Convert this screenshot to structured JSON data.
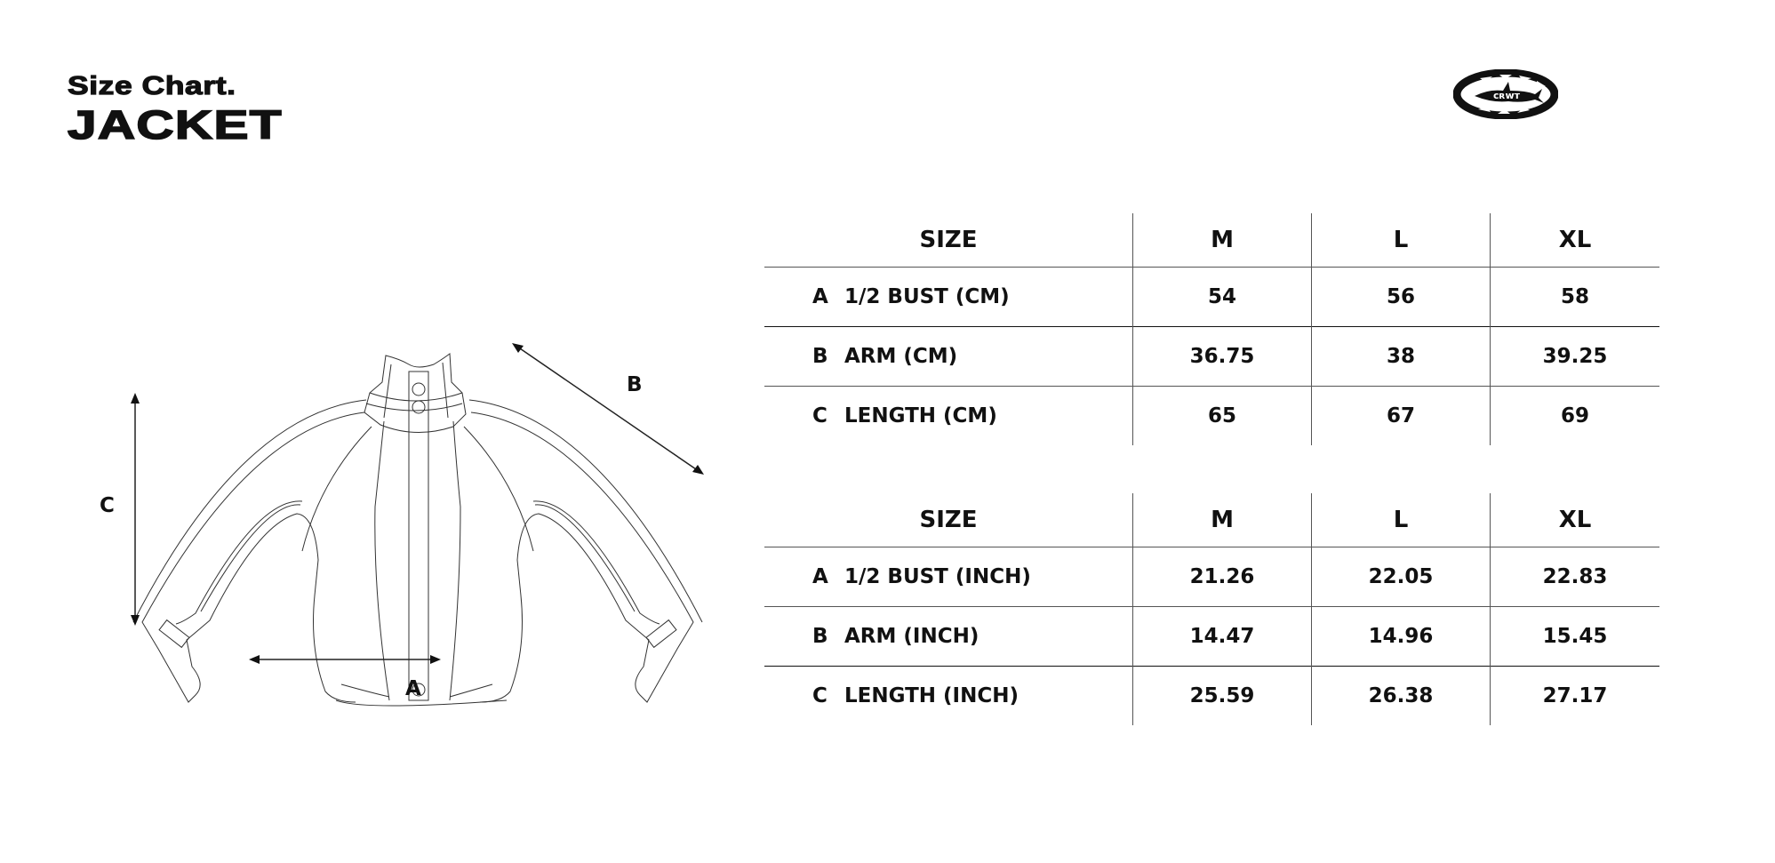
{
  "header": {
    "subtitle": "Size Chart.",
    "title": "JACKET"
  },
  "brand": {
    "logo_icon": "shark-tribal-oval-logo-icon"
  },
  "illustration": {
    "label_a": "A",
    "label_b": "B",
    "label_c": "C",
    "garment": "jacket-outline-icon"
  },
  "tables": [
    {
      "header": [
        "SIZE",
        "M",
        "L",
        "XL"
      ],
      "rows": [
        {
          "key": "A",
          "label": "1/2 BUST (CM)",
          "values": [
            "54",
            "56",
            "58"
          ]
        },
        {
          "key": "B",
          "label": "ARM (CM)",
          "values": [
            "36.75",
            "38",
            "39.25"
          ]
        },
        {
          "key": "C",
          "label": "LENGTH (CM)",
          "values": [
            "65",
            "67",
            "69"
          ]
        }
      ]
    },
    {
      "header": [
        "SIZE",
        "M",
        "L",
        "XL"
      ],
      "rows": [
        {
          "key": "A",
          "label": "1/2 BUST (INCH)",
          "values": [
            "21.26",
            "22.05",
            "22.83"
          ]
        },
        {
          "key": "B",
          "label": "ARM (INCH)",
          "values": [
            "14.47",
            "14.96",
            "15.45"
          ]
        },
        {
          "key": "C",
          "label": "LENGTH (INCH)",
          "values": [
            "25.59",
            "26.38",
            "27.17"
          ]
        }
      ]
    }
  ],
  "colors": {
    "text": "#111111",
    "rule": "#555555",
    "background": "#ffffff"
  }
}
